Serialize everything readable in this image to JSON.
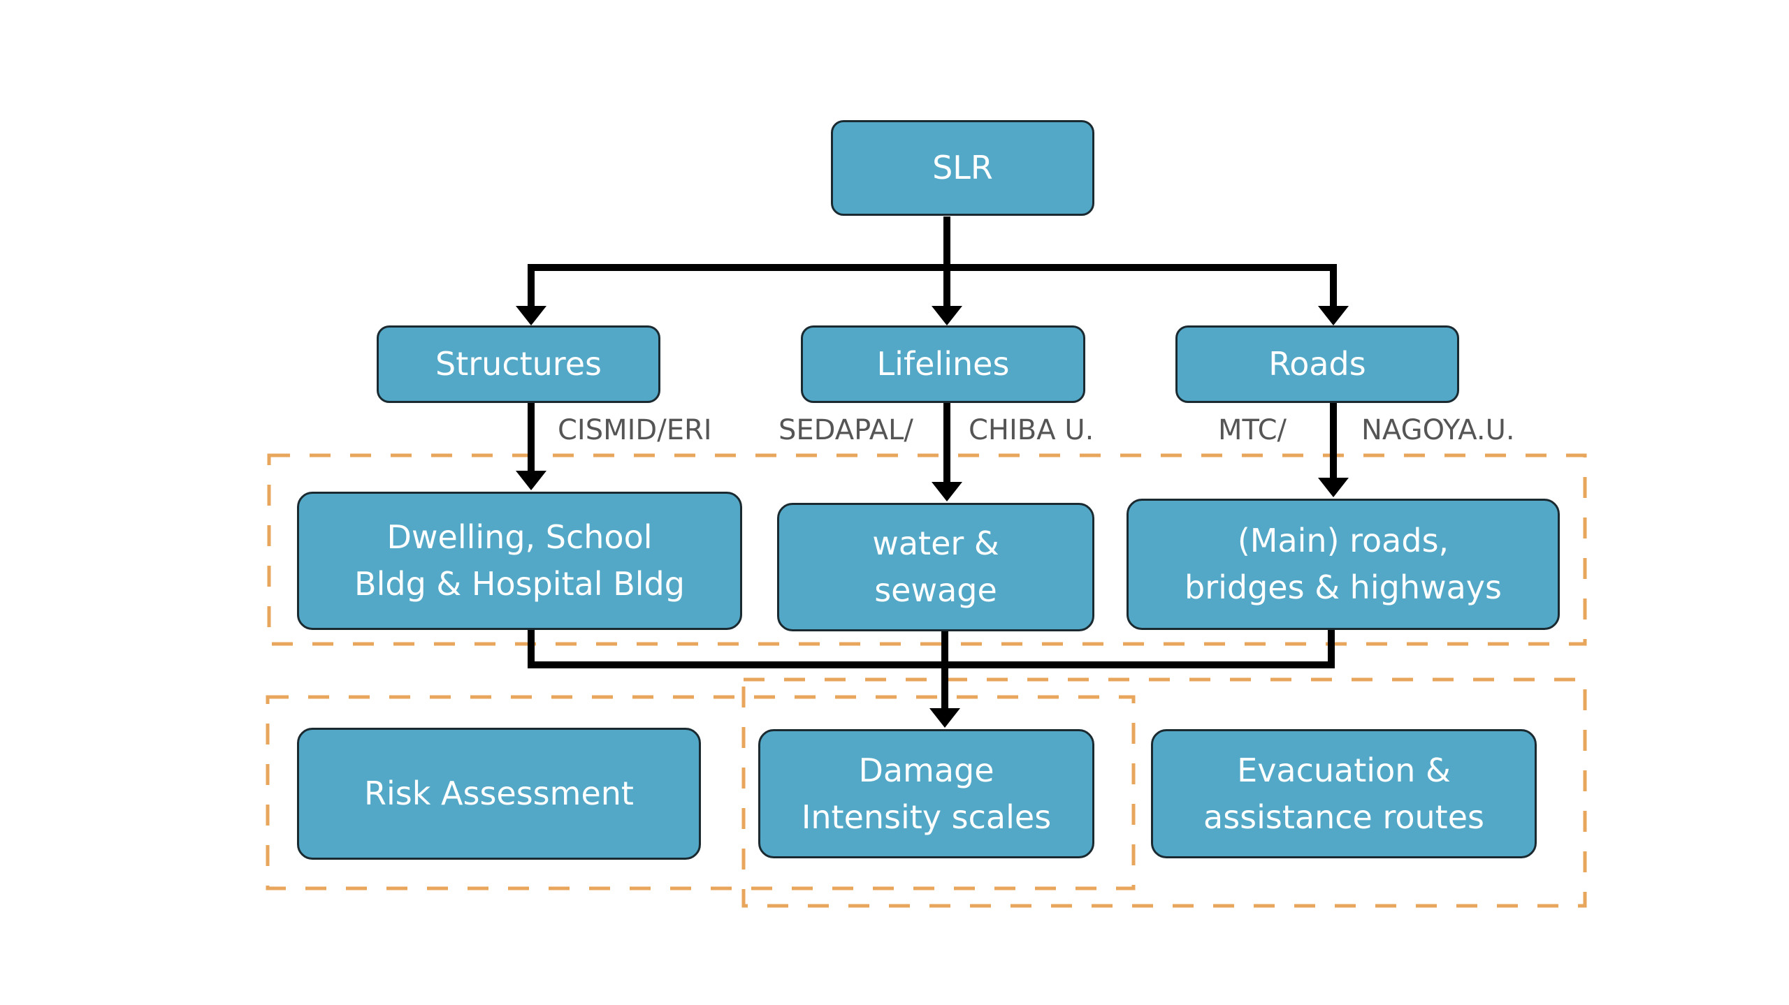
{
  "diagram": {
    "root": {
      "label": "SLR"
    },
    "categories": [
      {
        "label": "Structures",
        "source_left": "CISMID/ERI",
        "source_right": ""
      },
      {
        "label": "Lifelines",
        "source_left": "SEDAPAL/",
        "source_right": "CHIBA U."
      },
      {
        "label": "Roads",
        "source_left": "MTC/",
        "source_right": "NAGOYA.U."
      }
    ],
    "elements": [
      {
        "line1": "Dwelling, School",
        "line2": "Bldg & Hospital Bldg"
      },
      {
        "line1": "water &",
        "line2": "sewage"
      },
      {
        "line1": "(Main) roads,",
        "line2": "bridges & highways"
      }
    ],
    "outputs": [
      {
        "line1": "Risk Assessment",
        "line2": ""
      },
      {
        "line1": "Damage",
        "line2": "Intensity scales"
      },
      {
        "line1": "Evacuation &",
        "line2": "assistance routes"
      }
    ],
    "colors": {
      "box_fill": "#52A8C6",
      "box_border": "#1a2a30",
      "arrow": "#000000",
      "dashed_group": "#E8A55C",
      "source_text": "#555555",
      "box_text": "#ffffff"
    }
  }
}
